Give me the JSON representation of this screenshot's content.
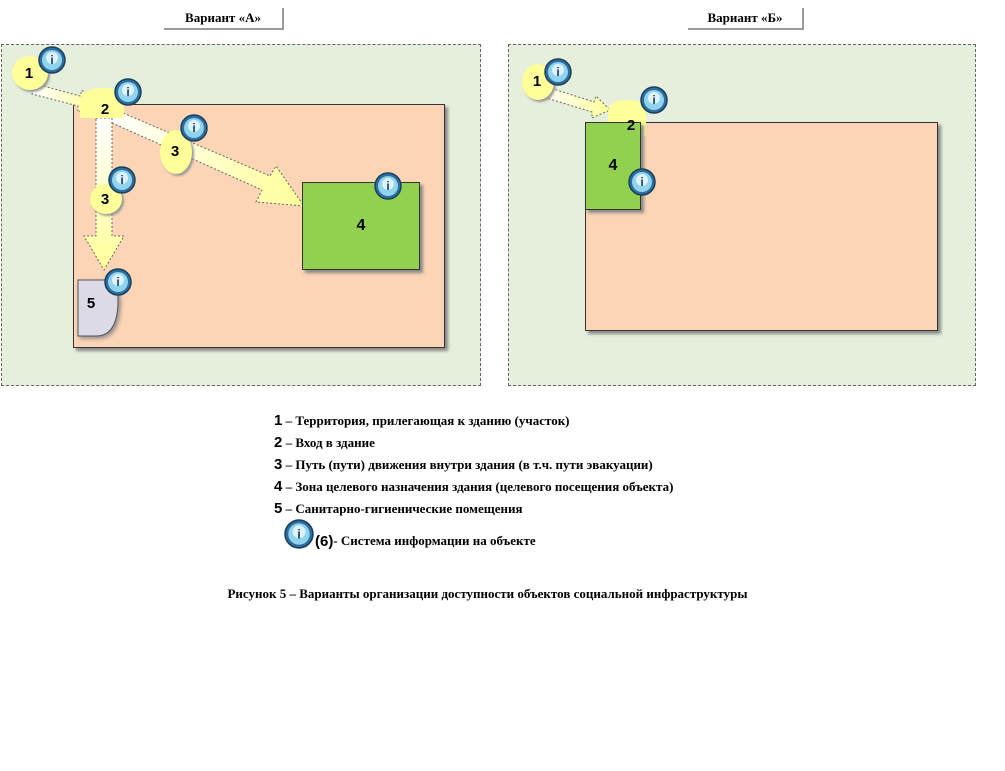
{
  "variants": {
    "a": {
      "title": "Вариант «А»"
    },
    "b": {
      "title": "Вариант «Б»"
    }
  },
  "nodes": {
    "n1": "1",
    "n2": "2",
    "n3": "3",
    "n4": "4",
    "n5": "5"
  },
  "legend": [
    {
      "num": "1",
      "text": " – Территория, прилегающая к зданию (участок)"
    },
    {
      "num": "2",
      "text": " – Вход в здание"
    },
    {
      "num": "3",
      "text": " – Путь (пути) движения внутри здания (в т.ч. пути эвакуации)"
    },
    {
      "num": "4",
      "text": " – Зона целевого назначения здания (целевого посещения объекта)"
    },
    {
      "num": "5",
      "text": " – Санитарно-гигиенические помещения"
    }
  ],
  "info_legend": {
    "num": "(6)",
    "text": " - Система информации на объекте"
  },
  "caption": "Рисунок 5 – Варианты организации доступности объектов социальной инфраструктуры",
  "colors": {
    "panel": "#e6efdb",
    "building": "#fbd5b5",
    "zone": "#92d050",
    "node": "#ffff99",
    "sanitary": "#dcdae6",
    "info_icon": "#5b9bd5"
  },
  "icons": {
    "info": "info-i-icon"
  }
}
